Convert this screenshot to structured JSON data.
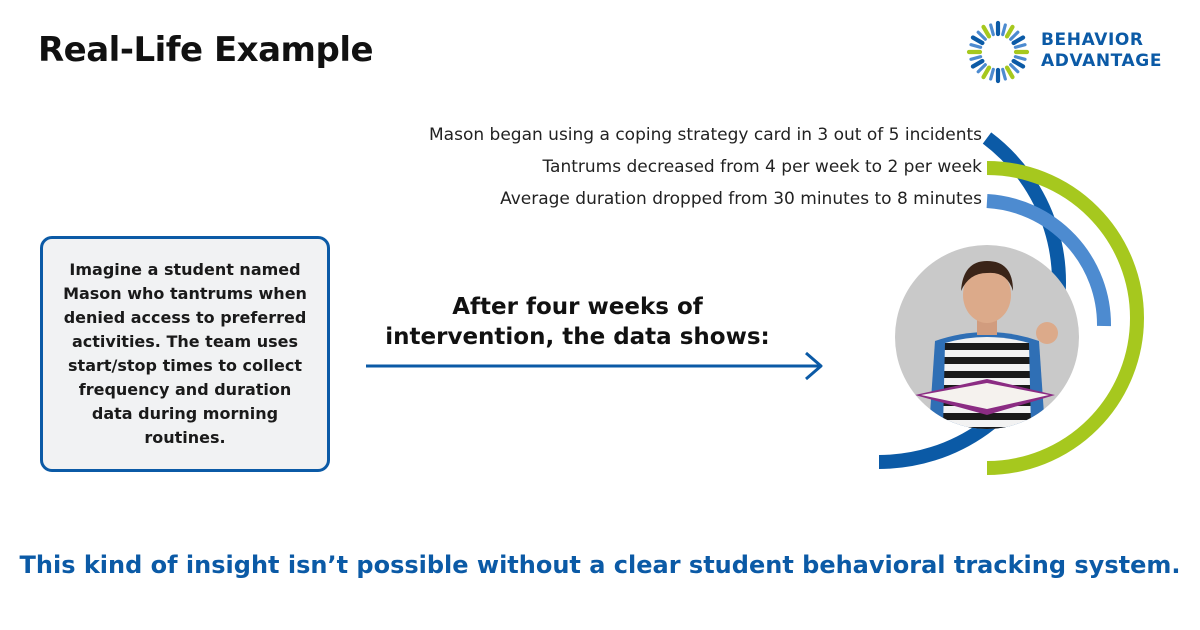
{
  "header": {
    "title": "Real-Life Example"
  },
  "logo": {
    "line1": "BEHAVIOR",
    "line2": "ADVANTAGE"
  },
  "stats": [
    "Mason began using a coping strategy card in 3 out of 5 incidents",
    "Tantrums decreased from 4 per week to 2 per week",
    "Average duration dropped from 30 minutes to 8 minutes"
  ],
  "scenario": {
    "text": "Imagine a student named Mason who tantrums when denied access to preferred activities. The team uses start/stop times to collect frequency and duration data during morning routines."
  },
  "arrow": {
    "label": "After four weeks of intervention, the data shows:"
  },
  "footer": {
    "text": "This kind of insight isn’t possible without a clear student behavioral tracking system."
  },
  "colors": {
    "brand_blue": "#0b5aa6",
    "lime": "#a6c81e",
    "light_blue": "#4d8bd0"
  },
  "icons": {
    "logo_mark": "radial-burst-icon",
    "photo": "student-photo"
  }
}
